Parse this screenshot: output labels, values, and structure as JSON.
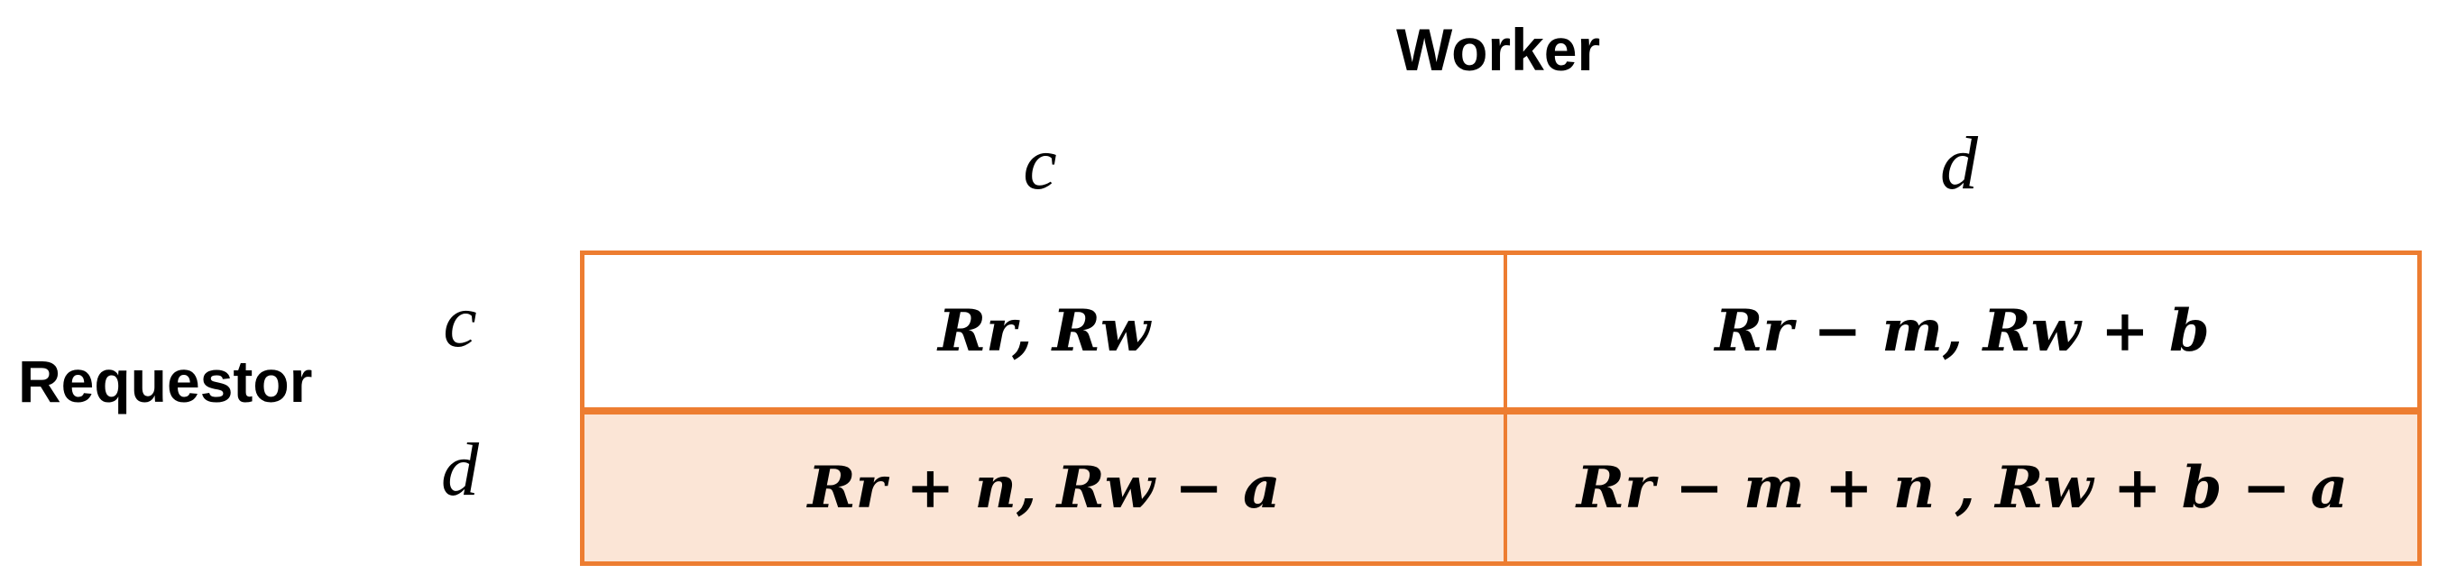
{
  "col_player": "Worker",
  "row_player": "Requestor",
  "col_strategies": [
    "c",
    "d"
  ],
  "row_strategies": [
    "c",
    "d"
  ],
  "payoffs": [
    [
      "Rr, Rw",
      "Rr − m, Rw + b"
    ],
    [
      "Rr + n, Rw − a",
      "Rr − m + n , Rw + b − a"
    ]
  ],
  "colors": {
    "border": "#ed7d31",
    "highlight_row": "#fbe5d6"
  }
}
